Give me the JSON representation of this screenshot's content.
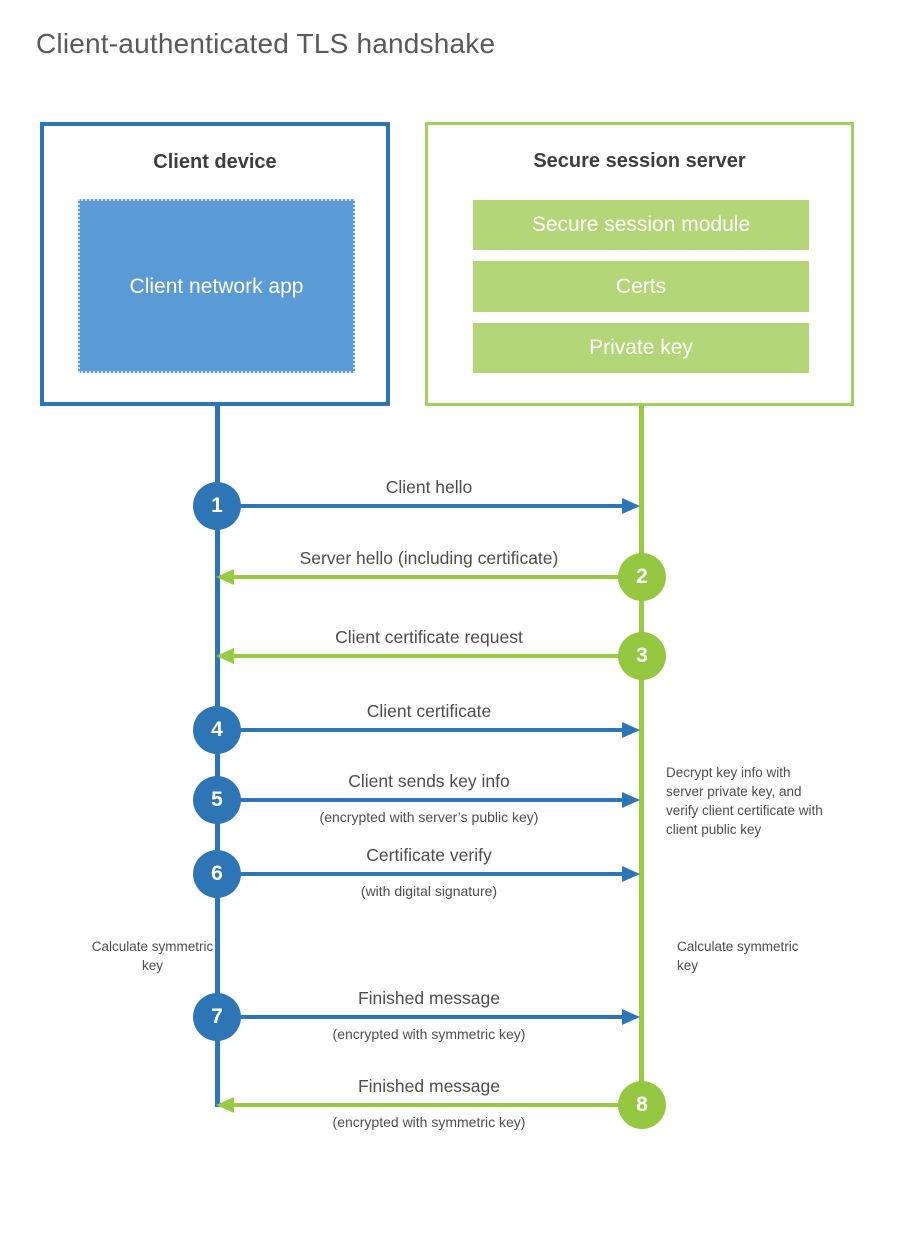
{
  "title": "Client-authenticated TLS handshake",
  "client_box": {
    "title": "Client device",
    "app_label": "Client network app"
  },
  "server_box": {
    "title": "Secure session server",
    "modules": [
      "Secure session module",
      "Certs",
      "Private key"
    ]
  },
  "messages": [
    {
      "num": "1",
      "label": "Client hello",
      "sublabel": "",
      "direction": "client-to-server"
    },
    {
      "num": "2",
      "label": "Server hello (including certificate)",
      "sublabel": "",
      "direction": "server-to-client"
    },
    {
      "num": "3",
      "label": "Client certificate request",
      "sublabel": "",
      "direction": "server-to-client"
    },
    {
      "num": "4",
      "label": "Client certificate",
      "sublabel": "",
      "direction": "client-to-server"
    },
    {
      "num": "5",
      "label": "Client sends key info",
      "sublabel": "(encrypted with server’s public key)",
      "direction": "client-to-server"
    },
    {
      "num": "6",
      "label": "Certificate verify",
      "sublabel": "(with digital signature)",
      "direction": "client-to-server"
    },
    {
      "num": "7",
      "label": "Finished message",
      "sublabel": "(encrypted with symmetric key)",
      "direction": "client-to-server"
    },
    {
      "num": "8",
      "label": "Finished message",
      "sublabel": "(encrypted with symmetric key)",
      "direction": "server-to-client"
    }
  ],
  "annotations": {
    "decrypt_note": "Decrypt key info with server private key, and verify client certificate with client public key",
    "calculate_left": "Calculate symmetric key",
    "calculate_right": "Calculate symmetric key"
  },
  "colors": {
    "client_accent": "#2e75b6",
    "client_fill": "#5b9bd5",
    "server_accent": "#99ca43",
    "server_fill": "#b3d778"
  }
}
